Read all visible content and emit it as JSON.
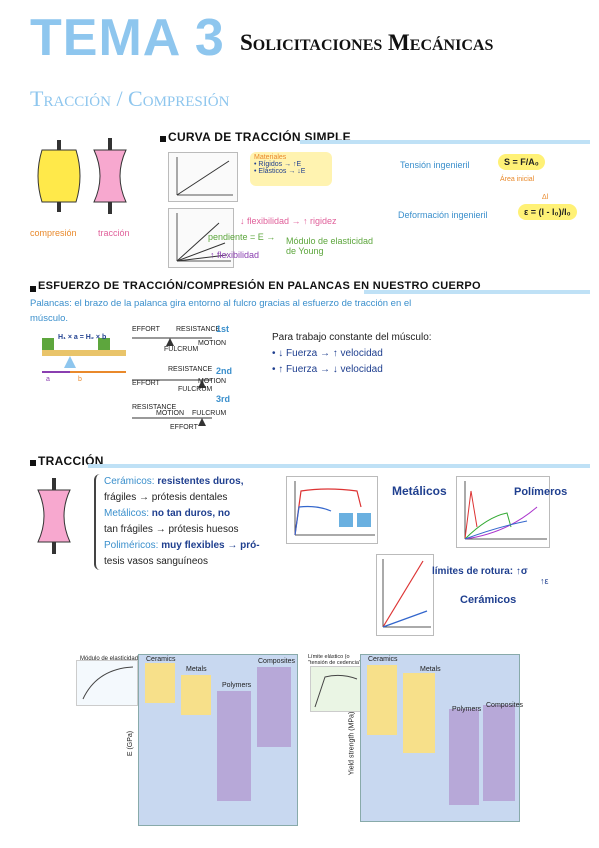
{
  "header": {
    "title": "TEMA 3",
    "subtitle": "Solicitaciones Mecánicas",
    "section": "Tracción / Compresión"
  },
  "shapes": {
    "compresion": "compresión",
    "traccion": "tracción"
  },
  "curva": {
    "heading": "CURVA DE TRACCIÓN SIMPLE",
    "materiales_title": "Materiales",
    "materiales_rigidos": "• Rígidos → ↑E",
    "materiales_elasticos": "• Elásticos → ↓E",
    "tension_label": "Tensión ingenieril",
    "tension_formula": "S = F/A₀",
    "area_label": "Área inicial",
    "deformacion_label": "Deformación ingenieril",
    "deformacion_formula": "ε = (l - l₀)/l₀",
    "delta_l": "Δl",
    "flexibilidad_rigidez": "↓ flexibilidad → ↑ rigidez",
    "pendiente": "pendiente = E →",
    "modulo": "Módulo de elasticidad",
    "young": "de Young",
    "mas_flexibilidad": "↑ flexibilidad"
  },
  "palancas": {
    "heading": "ESFUERZO DE TRACCIÓN/COMPRESIÓN EN PALANCAS EN NUESTRO CUERPO",
    "desc1": "Palancas: el brazo de la palanca gira entorno al fulcro gracias al esfuerzo de tracción en el",
    "desc2": "músculo.",
    "eq": "H₁ × a = H₂ × b",
    "a": "a",
    "b": "b",
    "effort": "EFFORT",
    "resistance": "RESISTANCE",
    "fulcrum": "FULCRUM",
    "motion": "MOTION",
    "first": "1st",
    "second": "2nd",
    "third": "3rd",
    "trabajo": "Para trabajo constante del músculo:",
    "rule1": "• ↓ Fuerza → ↑ velocidad",
    "rule2": "• ↑ Fuerza → ↓ velocidad"
  },
  "traccion": {
    "heading": "TRACCIÓN",
    "l1a": "Cerámicos:",
    "l1b": "resistentes duros,",
    "l2": "frágiles → prótesis dentales",
    "l3a": "Metálicos:",
    "l3b": "no tan duros, no",
    "l4": "tan frágiles → prótesis huesos",
    "l5a": "Poliméricos:",
    "l5b": "muy flexibles → pró-",
    "l6": "tesis vasos sanguíneos",
    "metalicos": "Metálicos",
    "polimeros": "Polímeros",
    "limites": "límites de rotura: ↑σ",
    "limites2": "↑ε",
    "ceramicos": "Cerámicos"
  },
  "bottom": {
    "modulo_elast": "Módulo de elasticidad",
    "limite_elast": "Límite elástico (o \"tensión de cedencia\")",
    "left_y_label": "E (GPa)",
    "right_y_label": "Yield strength (MPa)",
    "cols_left": [
      "Ceramics",
      "Metals",
      "Polymers",
      "Composites"
    ],
    "cols_right": [
      "Ceramics",
      "Metals",
      "Polymers",
      "Composites"
    ]
  }
}
